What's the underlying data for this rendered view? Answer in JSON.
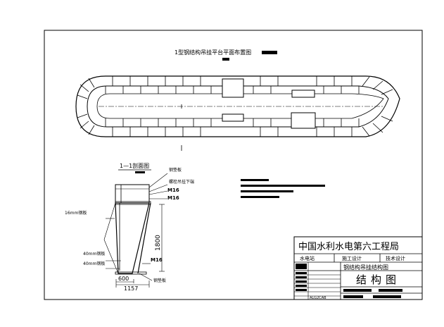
{
  "title": "1型钢结构吊挂平台平面布置图",
  "section_title": "1—1剖面图",
  "labels": {
    "top_plate": "钢垫板",
    "hanger_bolt": "螺栓吊挂下端",
    "m16_a": "M16",
    "m16_b": "M16",
    "plate_16": "16mm钢板",
    "plate_40a": "40mm钢板",
    "plate_40b": "40mm钢板",
    "m16_c": "M16",
    "bottom_plate": "钢垫板"
  },
  "dims": {
    "height": "1800",
    "bottom": "600",
    "total": "1157"
  },
  "title_block": {
    "company": "中国水利水电第六工程局",
    "row1": [
      "水电站",
      "施工设计",
      "技术设计"
    ],
    "drawing_name": "钢结构吊挂结构图",
    "drawing_type": "结构图",
    "code": "ALG2CAB"
  }
}
